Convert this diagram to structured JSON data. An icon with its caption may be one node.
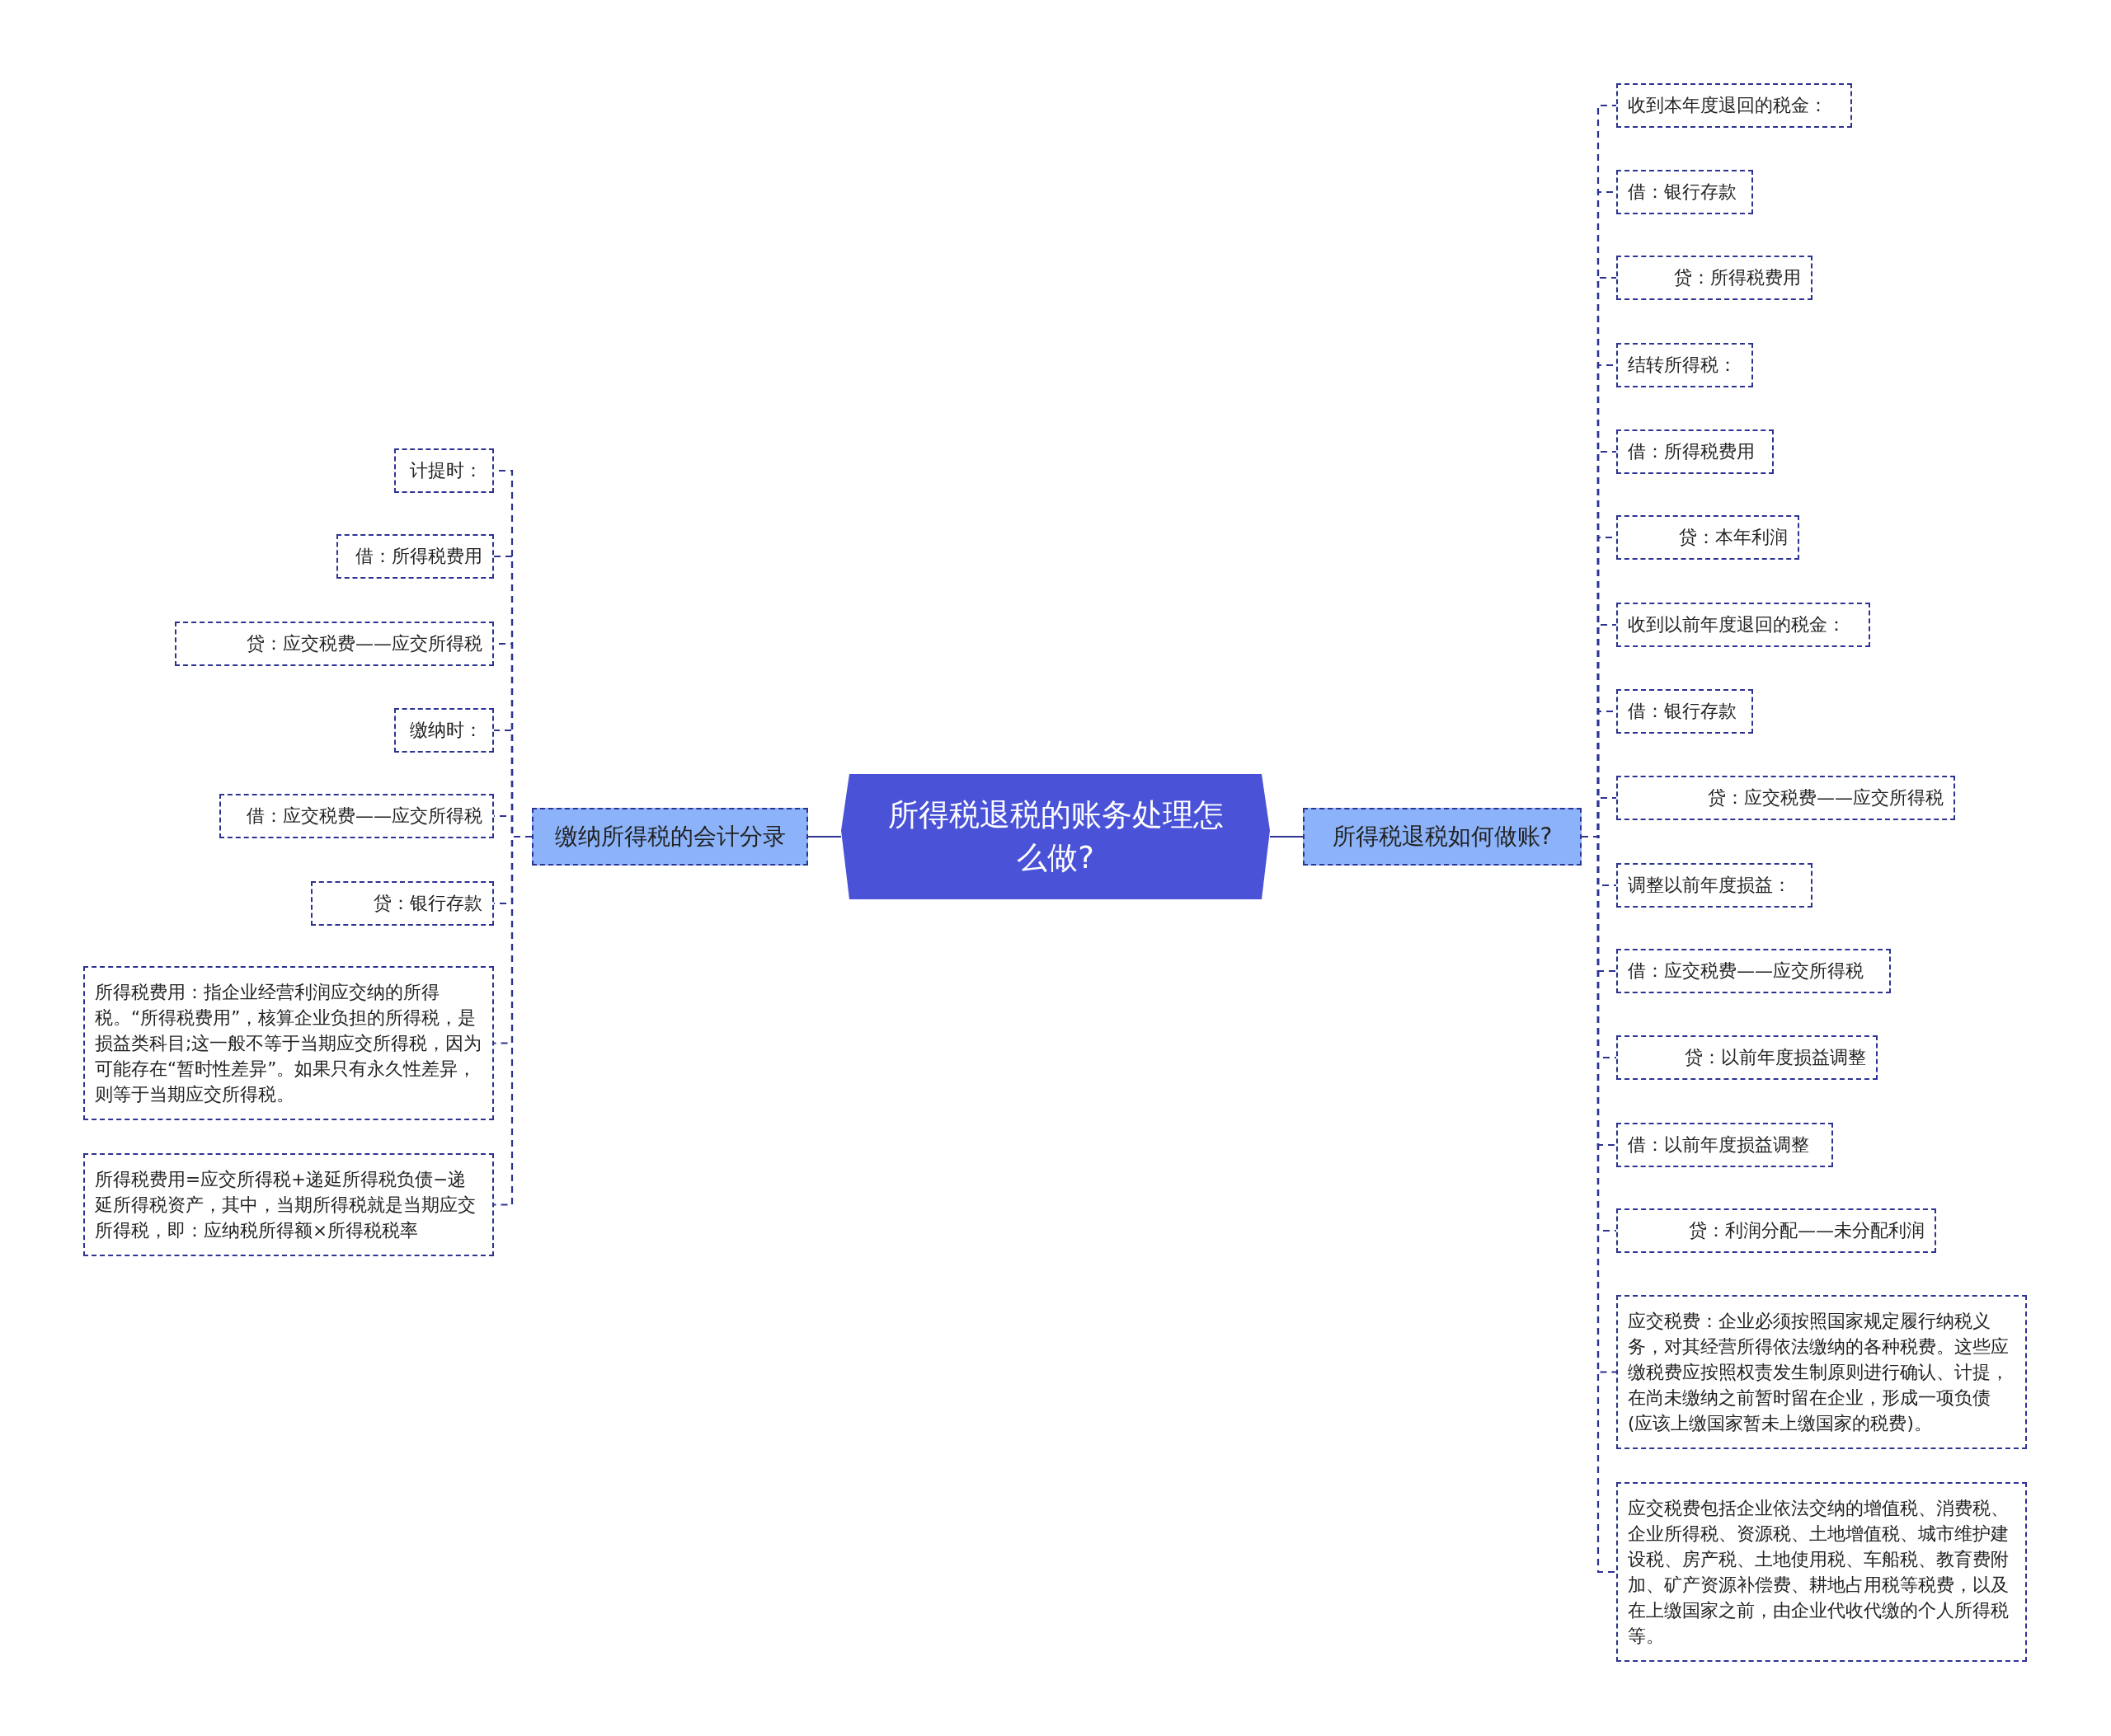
{
  "diagram": {
    "nodes": [
      {
        "text": [
          "所得税退税的账务处理怎么做?"
        ]
      },
      {
        "text": [
          "缴纳所得税的会计分录"
        ]
      },
      {
        "text": [
          "计提时："
        ]
      },
      {
        "text": [
          "借：所得税费用"
        ]
      },
      {
        "text": [
          "贷：应交税费——应交所得税"
        ]
      },
      {
        "text": [
          "缴纳时："
        ]
      },
      {
        "text": [
          "借：应交税费——应交所得税"
        ]
      },
      {
        "text": [
          "贷：银行存款"
        ]
      },
      {
        "text": [
          "所得税费用：指企业经营利润应交纳的所得税。“所得税费用”，核算企业负担的所得税，是损益类科目;这一般不等于当期应交所得税，因为可能存在“暂时性差异”。如果只有永久性差异，则等于当期应交所得税。"
        ]
      },
      {
        "text": [
          "所得税费用=应交所得税+递延所得税负债−递延所得税资产，其中，当期所得税就是当期应交所得税，即：应纳税所得额×所得税税率"
        ]
      },
      {
        "text": [
          "所得税退税如何做账?"
        ]
      },
      {
        "text": [
          "收到本年度退回的税金："
        ]
      },
      {
        "text": [
          "借：银行存款"
        ]
      },
      {
        "text": [
          "贷：所得税费用"
        ]
      },
      {
        "text": [
          "结转所得税："
        ]
      },
      {
        "text": [
          "借：所得税费用"
        ]
      },
      {
        "text": [
          "贷：本年利润"
        ]
      },
      {
        "text": [
          "收到以前年度退回的税金："
        ]
      },
      {
        "text": [
          "借：银行存款"
        ]
      },
      {
        "text": [
          "贷：应交税费——应交所得税"
        ]
      },
      {
        "text": [
          "调整以前年度损益："
        ]
      },
      {
        "text": [
          "借：应交税费——应交所得税"
        ]
      },
      {
        "text": [
          "贷：以前年度损益调整"
        ]
      },
      {
        "text": [
          "借：以前年度损益调整"
        ]
      },
      {
        "text": [
          "贷：利润分配——未分配利润"
        ]
      },
      {
        "text": [
          "应交税费：企业必须按照国家规定履行纳税义务，对其经营所得依法缴纳的各种税费。这些应缴税费应按照权责发生制原则进行确认、计提，在尚未缴纳之前暂时留在企业，形成一项负债(应该上缴国家暂未上缴国家的税费)。"
        ]
      },
      {
        "text": [
          "应交税费包括企业依法交纳的增值税、消费税、企业所得税、资源税、土地增值税、城市维护建设税、房产税、土地使用税、车船税、教育费附加、矿产资源补偿费、耕地占用税等税费，以及在上缴国家之前，由企业代收代缴的个人所得税等。"
        ]
      }
    ],
    "edges": [
      {
        "from": 0,
        "to": 1,
        "arrow": "none"
      },
      {
        "from": 1,
        "to": 2,
        "arrow": "none",
        "style": "dashed"
      },
      {
        "from": 1,
        "to": 3,
        "arrow": "none",
        "style": "dashed"
      },
      {
        "from": 1,
        "to": 4,
        "arrow": "none",
        "style": "dashed"
      },
      {
        "from": 1,
        "to": 5,
        "arrow": "none",
        "style": "dashed"
      },
      {
        "from": 1,
        "to": 6,
        "arrow": "none",
        "style": "dashed"
      },
      {
        "from": 1,
        "to": 7,
        "arrow": "none",
        "style": "dashed"
      },
      {
        "from": 1,
        "to": 8,
        "arrow": "none",
        "style": "dashed"
      },
      {
        "from": 1,
        "to": 9,
        "arrow": "none",
        "style": "dashed"
      },
      {
        "from": 0,
        "to": 10,
        "arrow": "none"
      },
      {
        "from": 10,
        "to": 11,
        "arrow": "none",
        "style": "dashed"
      },
      {
        "from": 10,
        "to": 12,
        "arrow": "none",
        "style": "dashed"
      },
      {
        "from": 10,
        "to": 13,
        "arrow": "none",
        "style": "dashed"
      },
      {
        "from": 10,
        "to": 14,
        "arrow": "none",
        "style": "dashed"
      },
      {
        "from": 10,
        "to": 15,
        "arrow": "none",
        "style": "dashed"
      },
      {
        "from": 10,
        "to": 16,
        "arrow": "none",
        "style": "dashed"
      },
      {
        "from": 10,
        "to": 17,
        "arrow": "none",
        "style": "dashed"
      },
      {
        "from": 10,
        "to": 18,
        "arrow": "none",
        "style": "dashed"
      },
      {
        "from": 10,
        "to": 19,
        "arrow": "none",
        "style": "dashed"
      },
      {
        "from": 10,
        "to": 20,
        "arrow": "none",
        "style": "dashed"
      },
      {
        "from": 10,
        "to": 21,
        "arrow": "none",
        "style": "dashed"
      },
      {
        "from": 10,
        "to": 22,
        "arrow": "none",
        "style": "dashed"
      },
      {
        "from": 10,
        "to": 23,
        "arrow": "none",
        "style": "dashed"
      },
      {
        "from": 10,
        "to": 24,
        "arrow": "none",
        "style": "dashed"
      },
      {
        "from": 10,
        "to": 25,
        "arrow": "none",
        "style": "dashed"
      },
      {
        "from": 10,
        "to": 26,
        "arrow": "none",
        "style": "dashed"
      }
    ]
  }
}
